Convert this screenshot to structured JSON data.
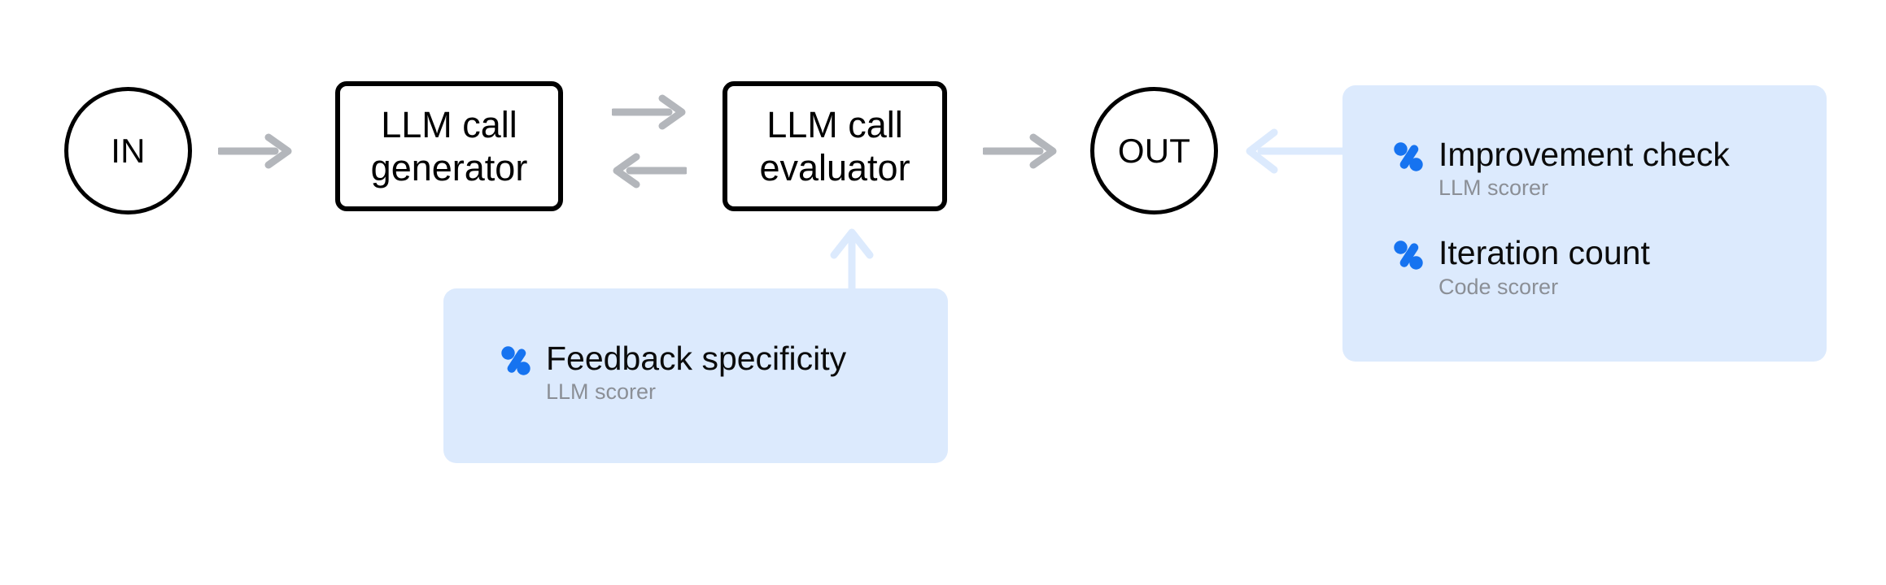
{
  "diagram": {
    "type": "flowchart",
    "title": "Evaluator-optimizer LLM workflow with scorers",
    "background_color": "#FFFFFF",
    "colors": {
      "node_stroke": "#000000",
      "node_fill": "#FFFFFF",
      "gray_arrow": "#B3B6BB",
      "light_blue_arrow": "#DCEAFD",
      "panel_fill": "#DCEAFD",
      "icon_blue": "#1673F0",
      "title_text": "#0B0B0B",
      "subtitle_text": "#8B8F96"
    },
    "nodes": [
      {
        "id": "in",
        "shape": "circle",
        "label": "IN"
      },
      {
        "id": "generator",
        "shape": "rounded-rect",
        "label": "LLM call\ngenerator"
      },
      {
        "id": "evaluator",
        "shape": "rounded-rect",
        "label": "LLM call\nevaluator"
      },
      {
        "id": "out",
        "shape": "circle",
        "label": "OUT"
      }
    ],
    "edges": [
      {
        "id": "in-to-generator",
        "from": "in",
        "to": "generator",
        "direction": "right",
        "color": "gray"
      },
      {
        "id": "generator-to-evaluator",
        "from": "generator",
        "to": "evaluator",
        "direction": "right",
        "color": "gray"
      },
      {
        "id": "evaluator-to-generator",
        "from": "evaluator",
        "to": "generator",
        "direction": "left",
        "color": "gray"
      },
      {
        "id": "evaluator-to-out",
        "from": "evaluator",
        "to": "out",
        "direction": "right",
        "color": "gray"
      },
      {
        "id": "feedback-panel-to-evaluator",
        "from": "feedback-panel",
        "to": "evaluator",
        "direction": "up",
        "color": "light-blue"
      },
      {
        "id": "output-panel-to-out",
        "from": "output-panel",
        "to": "out",
        "direction": "left",
        "color": "light-blue"
      }
    ]
  },
  "panels": {
    "feedback": {
      "id": "feedback-panel",
      "attached_to": "evaluator",
      "scorers": [
        {
          "icon": "percent-scorer-icon",
          "title": "Feedback specificity",
          "subtitle": "LLM scorer"
        }
      ]
    },
    "output": {
      "id": "output-panel",
      "attached_to": "out",
      "scorers": [
        {
          "icon": "percent-scorer-icon",
          "title": "Improvement check",
          "subtitle": "LLM scorer"
        },
        {
          "icon": "percent-scorer-icon",
          "title": "Iteration count",
          "subtitle": "Code scorer"
        }
      ]
    }
  }
}
